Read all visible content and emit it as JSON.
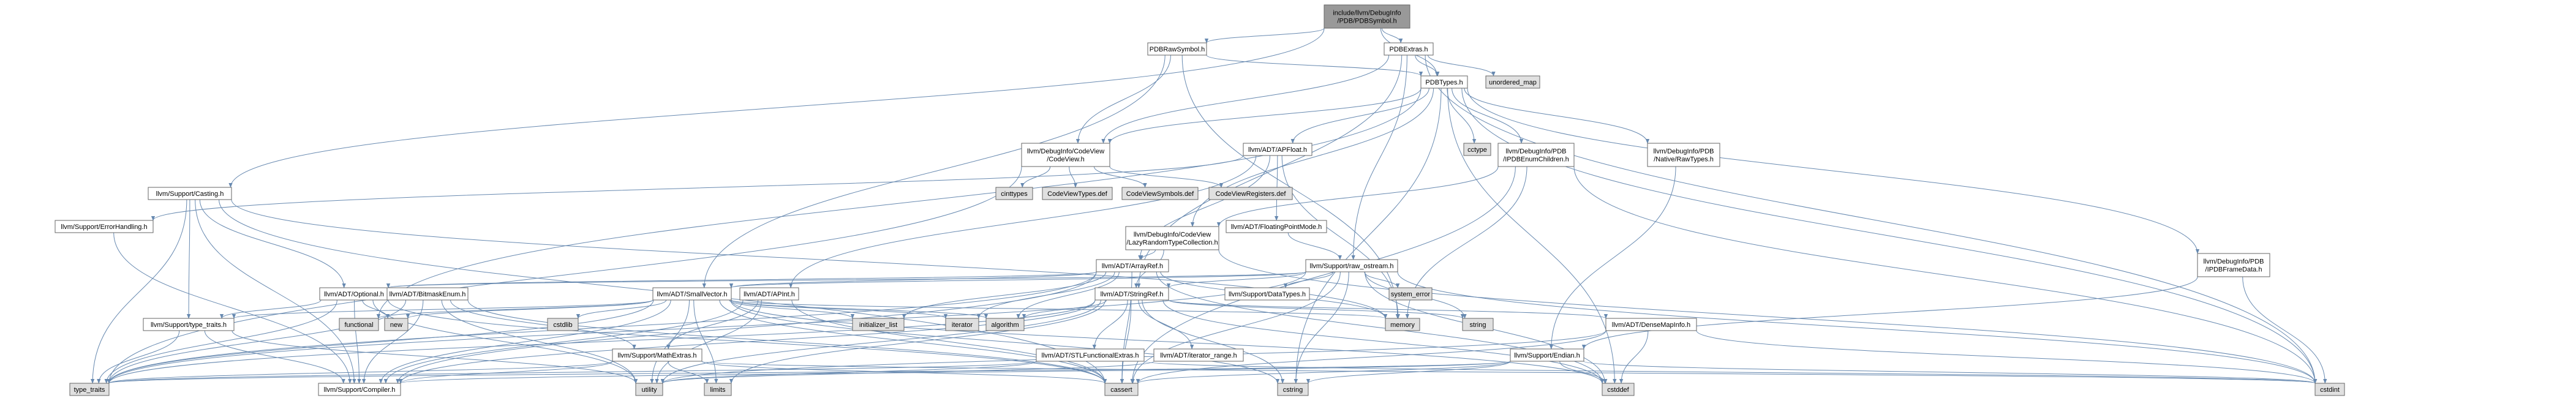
{
  "colors": {
    "root_fill": "#999999",
    "file_fill": "#ffffff",
    "linked_text": "#000000",
    "incomplete_text": "#cc0000",
    "external_fill": "#e0e0e0",
    "edge": "#6789b0",
    "node_border": "#666666"
  },
  "nodes": [
    {
      "id": "root",
      "kind": "root",
      "lines": [
        "include/llvm/DebugInfo",
        "/PDB/PDBSymbol.h"
      ]
    },
    {
      "id": "pdbrawsymbol",
      "kind": "file",
      "lines": [
        "PDBRawSymbol.h"
      ]
    },
    {
      "id": "pdbextras",
      "kind": "file",
      "lines": [
        "PDBExtras.h"
      ]
    },
    {
      "id": "casting",
      "kind": "file",
      "lines": [
        "llvm/Support/Casting.h"
      ]
    },
    {
      "id": "pdbtypes",
      "kind": "file",
      "lines": [
        "PDBTypes.h"
      ]
    },
    {
      "id": "unordered_map",
      "kind": "external",
      "lines": [
        "unordered_map"
      ]
    },
    {
      "id": "codeview",
      "kind": "file",
      "lines": [
        "llvm/DebugInfo/CodeView",
        "/CodeView.h"
      ]
    },
    {
      "id": "apfloat",
      "kind": "file",
      "lines": [
        "llvm/ADT/APFloat.h"
      ]
    },
    {
      "id": "cctype",
      "kind": "external",
      "lines": [
        "cctype"
      ]
    },
    {
      "id": "ipdbenum",
      "kind": "file",
      "lines": [
        "llvm/DebugInfo/PDB",
        "/IPDBEnumChildren.h"
      ]
    },
    {
      "id": "nativeraw",
      "kind": "incomplete",
      "lines": [
        "llvm/DebugInfo/PDB",
        "/Native/RawTypes.h"
      ]
    },
    {
      "id": "ipdbframe",
      "kind": "file",
      "lines": [
        "llvm/DebugInfo/PDB",
        "/IPDBFrameData.h"
      ]
    },
    {
      "id": "cinttypes",
      "kind": "external",
      "lines": [
        "cinttypes"
      ]
    },
    {
      "id": "cvtypes",
      "kind": "external",
      "lines": [
        "CodeViewTypes.def"
      ]
    },
    {
      "id": "cvsymbols",
      "kind": "external",
      "lines": [
        "CodeViewSymbols.def"
      ]
    },
    {
      "id": "cvregisters",
      "kind": "external",
      "lines": [
        "CodeViewRegisters.def"
      ]
    },
    {
      "id": "lazyrandom",
      "kind": "incomplete",
      "lines": [
        "llvm/DebugInfo/CodeView",
        "/LazyRandomTypeCollection.h"
      ]
    },
    {
      "id": "fpmode",
      "kind": "incomplete",
      "lines": [
        "llvm/ADT/FloatingPointMode.h"
      ]
    },
    {
      "id": "errorhandling",
      "kind": "file",
      "lines": [
        "llvm/Support/ErrorHandling.h"
      ]
    },
    {
      "id": "arrayref",
      "kind": "incomplete",
      "lines": [
        "llvm/ADT/ArrayRef.h"
      ]
    },
    {
      "id": "rawostream",
      "kind": "file",
      "lines": [
        "llvm/Support/raw_ostream.h"
      ]
    },
    {
      "id": "optional",
      "kind": "incomplete",
      "lines": [
        "llvm/ADT/Optional.h"
      ]
    },
    {
      "id": "bitmask",
      "kind": "file",
      "lines": [
        "llvm/ADT/BitmaskEnum.h"
      ]
    },
    {
      "id": "smallvector",
      "kind": "file",
      "lines": [
        "llvm/ADT/SmallVector.h"
      ]
    },
    {
      "id": "apint",
      "kind": "incomplete",
      "lines": [
        "llvm/ADT/APInt.h"
      ]
    },
    {
      "id": "stringref",
      "kind": "file",
      "lines": [
        "llvm/ADT/StringRef.h"
      ]
    },
    {
      "id": "datatypes",
      "kind": "incomplete",
      "lines": [
        "llvm/Support/DataTypes.h"
      ]
    },
    {
      "id": "system_error",
      "kind": "external",
      "lines": [
        "system_error"
      ]
    },
    {
      "id": "memory",
      "kind": "external",
      "lines": [
        "memory"
      ]
    },
    {
      "id": "string",
      "kind": "external",
      "lines": [
        "string"
      ]
    },
    {
      "id": "densemapinfo",
      "kind": "incomplete",
      "lines": [
        "llvm/ADT/DenseMapInfo.h"
      ]
    },
    {
      "id": "functional",
      "kind": "external",
      "lines": [
        "functional"
      ]
    },
    {
      "id": "new",
      "kind": "external",
      "lines": [
        "new"
      ]
    },
    {
      "id": "cstdlib",
      "kind": "external",
      "lines": [
        "cstdlib"
      ]
    },
    {
      "id": "typetraitsh",
      "kind": "file",
      "lines": [
        "llvm/Support/type_traits.h"
      ]
    },
    {
      "id": "mathextras",
      "kind": "incomplete",
      "lines": [
        "llvm/Support/MathExtras.h"
      ]
    },
    {
      "id": "initializer_list",
      "kind": "external",
      "lines": [
        "initializer_list"
      ]
    },
    {
      "id": "iterator",
      "kind": "external",
      "lines": [
        "iterator"
      ]
    },
    {
      "id": "algorithm",
      "kind": "external",
      "lines": [
        "algorithm"
      ]
    },
    {
      "id": "stlfunctional",
      "kind": "incomplete",
      "lines": [
        "llvm/ADT/STLFunctionalExtras.h"
      ]
    },
    {
      "id": "iteratorrange",
      "kind": "file",
      "lines": [
        "llvm/ADT/iterator_range.h"
      ]
    },
    {
      "id": "endian",
      "kind": "incomplete",
      "lines": [
        "llvm/Support/Endian.h"
      ]
    },
    {
      "id": "type_traits",
      "kind": "external",
      "lines": [
        "type_traits"
      ]
    },
    {
      "id": "compiler",
      "kind": "incomplete",
      "lines": [
        "llvm/Support/Compiler.h"
      ]
    },
    {
      "id": "utility",
      "kind": "external",
      "lines": [
        "utility"
      ]
    },
    {
      "id": "limits",
      "kind": "external",
      "lines": [
        "limits"
      ]
    },
    {
      "id": "cassert",
      "kind": "external",
      "lines": [
        "cassert"
      ]
    },
    {
      "id": "cstring",
      "kind": "external",
      "lines": [
        "cstring"
      ]
    },
    {
      "id": "cstddef",
      "kind": "external",
      "lines": [
        "cstddef"
      ]
    },
    {
      "id": "cstdint",
      "kind": "external",
      "lines": [
        "cstdint"
      ]
    }
  ],
  "edges": [
    [
      "root",
      "pdbrawsymbol"
    ],
    [
      "root",
      "pdbextras"
    ],
    [
      "root",
      "casting"
    ],
    [
      "root",
      "pdbtypes"
    ],
    [
      "pdbrawsymbol",
      "pdbtypes"
    ],
    [
      "pdbrawsymbol",
      "codeview"
    ],
    [
      "pdbrawsymbol",
      "smallvector"
    ],
    [
      "pdbrawsymbol",
      "memory"
    ],
    [
      "pdbextras",
      "pdbtypes"
    ],
    [
      "pdbextras",
      "unordered_map"
    ],
    [
      "pdbextras",
      "codeview"
    ],
    [
      "pdbextras",
      "stringref"
    ],
    [
      "pdbextras",
      "rawostream"
    ],
    [
      "pdbextras",
      "cstdint"
    ],
    [
      "pdbtypes",
      "codeview"
    ],
    [
      "pdbtypes",
      "apfloat"
    ],
    [
      "pdbtypes",
      "cctype"
    ],
    [
      "pdbtypes",
      "ipdbenum"
    ],
    [
      "pdbtypes",
      "nativeraw"
    ],
    [
      "pdbtypes",
      "ipdbframe"
    ],
    [
      "pdbtypes",
      "functional"
    ],
    [
      "pdbtypes",
      "cstdint"
    ],
    [
      "pdbtypes",
      "cstddef"
    ],
    [
      "pdbtypes",
      "cstring"
    ],
    [
      "pdbtypes",
      "lazyrandom"
    ],
    [
      "codeview",
      "cinttypes"
    ],
    [
      "codeview",
      "cvtypes"
    ],
    [
      "codeview",
      "cvsymbols"
    ],
    [
      "codeview",
      "cvregisters"
    ],
    [
      "codeview",
      "type_traits"
    ],
    [
      "apfloat",
      "arrayref"
    ],
    [
      "apfloat",
      "fpmode"
    ],
    [
      "apfloat",
      "apint"
    ],
    [
      "apfloat",
      "memory"
    ],
    [
      "apfloat",
      "errorhandling"
    ],
    [
      "ipdbenum",
      "lazyrandom"
    ],
    [
      "ipdbenum",
      "cassert"
    ],
    [
      "ipdbenum",
      "cstdint"
    ],
    [
      "ipdbenum",
      "memory"
    ],
    [
      "nativeraw",
      "endian"
    ],
    [
      "ipdbframe",
      "cstdint"
    ],
    [
      "ipdbframe",
      "endian"
    ],
    [
      "lazyrandom",
      "arrayref"
    ],
    [
      "lazyrandom",
      "stringref"
    ],
    [
      "lazyrandom",
      "cstdint"
    ],
    [
      "fpmode",
      "rawostream"
    ],
    [
      "errorhandling",
      "compiler"
    ],
    [
      "arrayref",
      "smallvector"
    ],
    [
      "arrayref",
      "compiler"
    ],
    [
      "arrayref",
      "algorithm"
    ],
    [
      "arrayref",
      "array_dummy"
    ],
    [
      "arrayref",
      "cassert"
    ],
    [
      "arrayref",
      "cstddef"
    ],
    [
      "arrayref",
      "initializer_list"
    ],
    [
      "arrayref",
      "iterator"
    ],
    [
      "arrayref",
      "memory"
    ],
    [
      "arrayref",
      "type_traits"
    ],
    [
      "arrayref",
      "vector_dummy"
    ],
    [
      "arrayref",
      "optional"
    ],
    [
      "rawostream",
      "stringref"
    ],
    [
      "rawostream",
      "datatypes"
    ],
    [
      "rawostream",
      "system_error"
    ],
    [
      "rawostream",
      "cassert"
    ],
    [
      "rawostream",
      "cstddef"
    ],
    [
      "rawostream",
      "cstdint"
    ],
    [
      "rawostream",
      "cstring"
    ],
    [
      "rawostream",
      "string"
    ],
    [
      "rawostream",
      "type_traits"
    ],
    [
      "rawostream",
      "optional"
    ],
    [
      "rawostream",
      "smallvector"
    ],
    [
      "casting",
      "optional"
    ],
    [
      "casting",
      "typetraitsh"
    ],
    [
      "casting",
      "compiler"
    ],
    [
      "casting",
      "cassert"
    ],
    [
      "casting",
      "memory"
    ],
    [
      "casting",
      "type_traits"
    ],
    [
      "optional",
      "compiler"
    ],
    [
      "optional",
      "typetraitsh"
    ],
    [
      "optional",
      "new"
    ],
    [
      "optional",
      "cassert"
    ],
    [
      "optional",
      "utility"
    ],
    [
      "optional",
      "type_traits"
    ],
    [
      "bitmask",
      "compiler"
    ],
    [
      "bitmask",
      "mathextras"
    ],
    [
      "bitmask",
      "cassert"
    ],
    [
      "bitmask",
      "type_traits"
    ],
    [
      "bitmask",
      "utility"
    ],
    [
      "smallvector",
      "compiler"
    ],
    [
      "smallvector",
      "typetraitsh"
    ],
    [
      "smallvector",
      "algorithm"
    ],
    [
      "smallvector",
      "cassert"
    ],
    [
      "smallvector",
      "cstddef"
    ],
    [
      "smallvector",
      "cstdlib"
    ],
    [
      "smallvector",
      "cstring"
    ],
    [
      "smallvector",
      "functional"
    ],
    [
      "smallvector",
      "initializer_list"
    ],
    [
      "smallvector",
      "iterator"
    ],
    [
      "smallvector",
      "limits"
    ],
    [
      "smallvector",
      "memory"
    ],
    [
      "smallvector",
      "new"
    ],
    [
      "smallvector",
      "type_traits"
    ],
    [
      "smallvector",
      "utility"
    ],
    [
      "apint",
      "compiler"
    ],
    [
      "apint",
      "mathextras"
    ],
    [
      "apint",
      "cassert"
    ],
    [
      "apint",
      "utility"
    ],
    [
      "stringref",
      "densemapinfo"
    ],
    [
      "stringref",
      "stlfunctional"
    ],
    [
      "stringref",
      "iteratorrange"
    ],
    [
      "stringref",
      "compiler"
    ],
    [
      "stringref",
      "algorithm"
    ],
    [
      "stringref",
      "cassert"
    ],
    [
      "stringref",
      "cstddef"
    ],
    [
      "stringref",
      "cstring"
    ],
    [
      "stringref",
      "limits"
    ],
    [
      "stringref",
      "string"
    ],
    [
      "stringref",
      "type_traits"
    ],
    [
      "stringref",
      "utility"
    ],
    [
      "typetraitsh",
      "compiler"
    ],
    [
      "typetraitsh",
      "type_traits"
    ],
    [
      "typetraitsh",
      "utility"
    ],
    [
      "mathextras",
      "compiler"
    ],
    [
      "mathextras",
      "cassert"
    ],
    [
      "mathextras",
      "climits"
    ],
    [
      "mathextras",
      "cstdint"
    ],
    [
      "mathextras",
      "limits"
    ],
    [
      "mathextras",
      "type_traits"
    ],
    [
      "stlfunctional",
      "type_traits"
    ],
    [
      "stlfunctional",
      "utility"
    ],
    [
      "stlfunctional",
      "cstdint"
    ],
    [
      "iteratorrange",
      "utility"
    ],
    [
      "endian",
      "compiler"
    ],
    [
      "endian",
      "cassert"
    ],
    [
      "endian",
      "cstddef"
    ],
    [
      "endian",
      "cstdint"
    ],
    [
      "endian",
      "cstring"
    ],
    [
      "endian",
      "type_traits"
    ],
    [
      "densemapinfo",
      "cassert"
    ],
    [
      "densemapinfo",
      "cstddef"
    ],
    [
      "densemapinfo",
      "cstdint"
    ],
    [
      "densemapinfo",
      "utility"
    ]
  ]
}
